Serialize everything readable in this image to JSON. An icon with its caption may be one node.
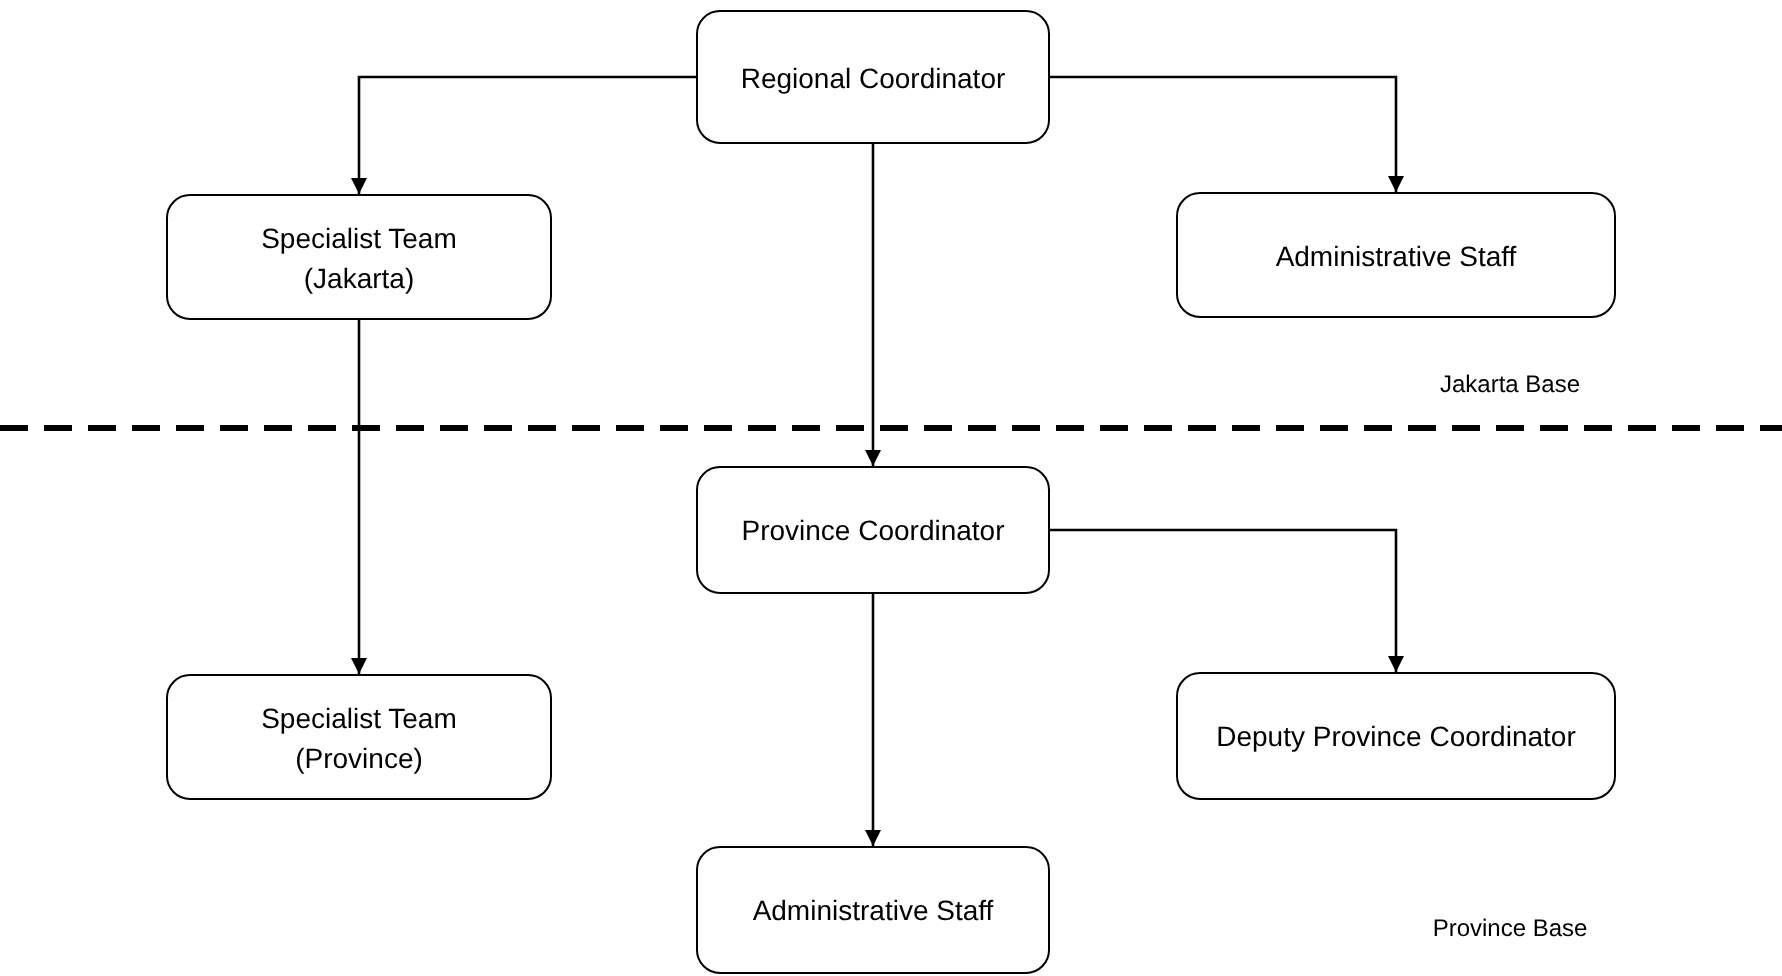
{
  "diagram": {
    "nodes": [
      {
        "text": [
          "Regional Coordinator"
        ]
      },
      {
        "text": [
          "Specialist Team (Jakarta)"
        ]
      },
      {
        "text": [
          "Administrative Staff"
        ]
      },
      {
        "text": [
          "Province Coordinator"
        ]
      },
      {
        "text": [
          "Specialist Team (Province)"
        ]
      },
      {
        "text": [
          "Deputy Province Coordinator"
        ]
      },
      {
        "text": [
          "Administrative Staff"
        ]
      }
    ],
    "edges": [
      {
        "from": 0,
        "to": 1,
        "arrow": "to"
      },
      {
        "from": 0,
        "to": 2,
        "arrow": "to"
      },
      {
        "from": 0,
        "to": 3,
        "arrow": "to"
      },
      {
        "from": 1,
        "to": 4,
        "arrow": "to"
      },
      {
        "from": 3,
        "to": 5,
        "arrow": "to"
      },
      {
        "from": 3,
        "to": 6,
        "arrow": "to"
      }
    ],
    "labels": [
      "Jakarta Base",
      "Province Base"
    ]
  }
}
